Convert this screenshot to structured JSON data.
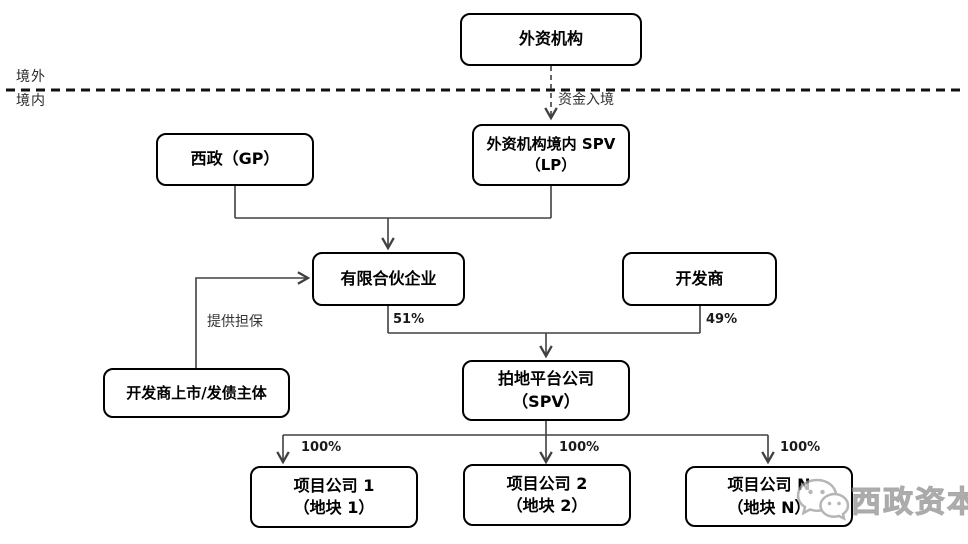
{
  "regions": {
    "outside": "境外",
    "inside": "境内"
  },
  "nodes": {
    "foreign_institution": {
      "label": "外资机构"
    },
    "xizheng_gp": {
      "label": "西政（GP）"
    },
    "foreign_spv": {
      "line1": "外资机构境内 SPV",
      "line2": "（LP）"
    },
    "limited_partnership": {
      "label": "有限合伙企业"
    },
    "developer": {
      "label": "开发商"
    },
    "land_platform": {
      "line1": "拍地平台公司",
      "line2": "（SPV）"
    },
    "developer_listed": {
      "label": "开发商上市/发债主体"
    },
    "project1": {
      "line1": "项目公司 1",
      "line2": "（地块 1）"
    },
    "project2": {
      "line1": "项目公司 2",
      "line2": "（地块 2）"
    },
    "projectN": {
      "line1": "项目公司 N",
      "line2": "（地块 N）"
    }
  },
  "edges": {
    "capital_entry": "资金入境",
    "guarantee": "提供担保",
    "lp_share": "51%",
    "dev_share": "49%",
    "p1_share": "100%",
    "p2_share": "100%",
    "pn_share": "100%"
  },
  "watermark": {
    "brand": "西政资本"
  },
  "colors": {
    "line": "#404040",
    "border": "#000000",
    "background": "#ffffff",
    "watermark": "#8c8c8c"
  }
}
